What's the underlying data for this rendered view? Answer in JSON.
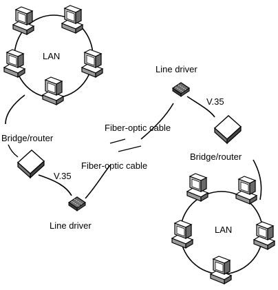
{
  "labels": {
    "lan_top": "LAN",
    "lan_bottom": "LAN",
    "bridge_router_left": "Bridge/router",
    "bridge_router_right": "Bridge/router",
    "v35_left": "V.35",
    "v35_right": "V.35",
    "line_driver_left": "Line driver",
    "line_driver_right": "Line driver",
    "fiber_upper": "Fiber-optic cable",
    "fiber_lower": "Fiber-optic cable"
  },
  "colors": {
    "line": "#000000",
    "device_fill": "#ffffff",
    "device_shadow": "#555555",
    "line_driver_fill": "#6e6e6e",
    "screen_fill": "#cfcfcf"
  }
}
